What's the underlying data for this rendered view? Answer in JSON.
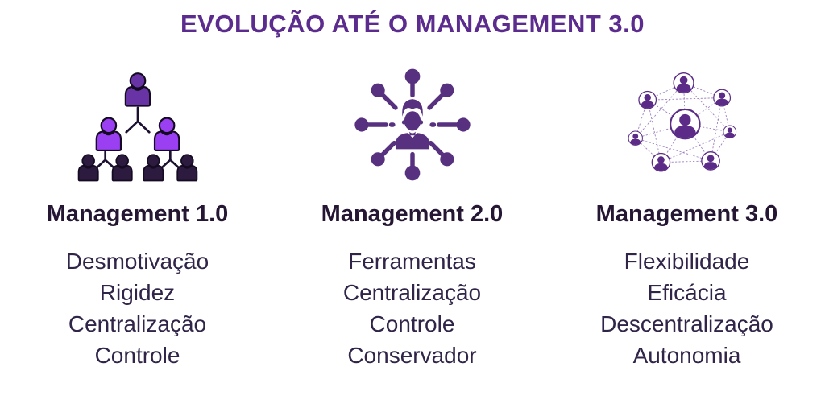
{
  "title": "EVOLUÇÃO ATÉ O MANAGEMENT 3.0",
  "colors": {
    "title": "#5b2b8e",
    "heading_text": "#251733",
    "body_text": "#302448",
    "hierarchy_top_purple": "#6733a5",
    "hierarchy_mid_purple": "#9a3ff2",
    "hierarchy_bottom_dark": "#2c1a3f",
    "hub_purple": "#57307f",
    "network_purple": "#5b2b87",
    "background": "#ffffff"
  },
  "columns": [
    {
      "heading": "Management 1.0",
      "icon": "hierarchy-people-icon",
      "items": [
        "Desmotivação",
        "Rigidez",
        "Centralização",
        "Controle"
      ]
    },
    {
      "heading": "Management 2.0",
      "icon": "person-hub-spokes-icon",
      "items": [
        "Ferramentas",
        "Centralização",
        "Controle",
        "Conservador"
      ]
    },
    {
      "heading": "Management 3.0",
      "icon": "people-mesh-network-icon",
      "items": [
        "Flexibilidade",
        "Eficácia",
        "Descentralização",
        "Autonomia"
      ]
    }
  ]
}
